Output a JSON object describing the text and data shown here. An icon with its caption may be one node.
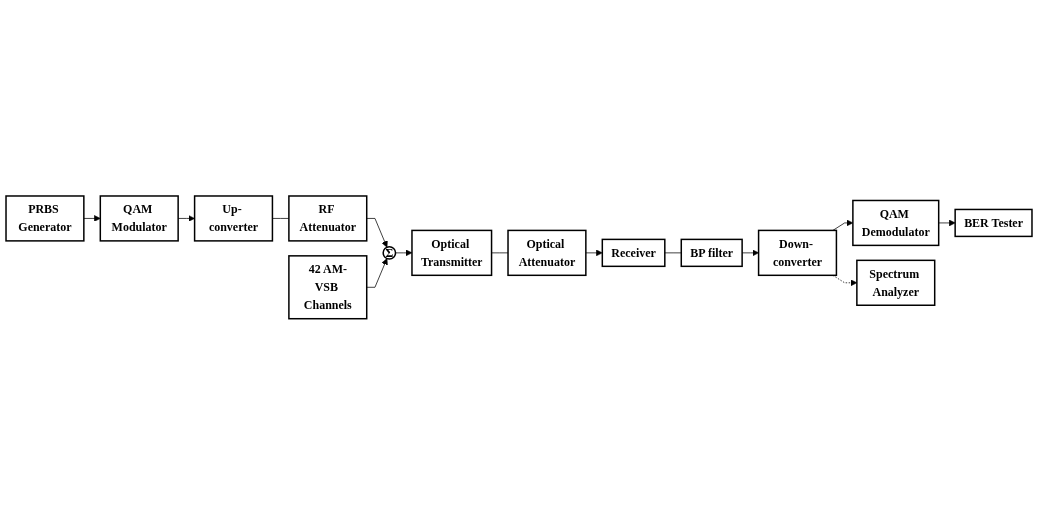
{
  "diagram": {
    "nodes": [
      {
        "text": [
          "PRBS Generator"
        ]
      },
      {
        "text": [
          "QAM Modulator"
        ]
      },
      {
        "text": [
          "Up- converter"
        ]
      },
      {
        "text": [
          "RF Attenuator"
        ]
      },
      {
        "text": [
          "Σ"
        ]
      },
      {
        "text": [
          "Optical Transmitter"
        ]
      },
      {
        "text": [
          "42 AM-VSB Channels"
        ]
      },
      {
        "text": [
          "Optical Attenuator"
        ]
      },
      {
        "text": [
          "Receiver"
        ]
      },
      {
        "text": [
          "BP filter"
        ]
      },
      {
        "text": [
          "Down- converter"
        ]
      },
      {
        "text": [
          "QAM Demodulator"
        ]
      },
      {
        "text": [
          "BER Tester"
        ]
      },
      {
        "text": [
          "Spectrum Analyzer"
        ]
      }
    ],
    "edges": [
      {
        "from": 0,
        "to": 1,
        "arrow": "to"
      },
      {
        "from": 1,
        "to": 2,
        "arrow": "to"
      },
      {
        "from": 2,
        "to": 3,
        "arrow": "none"
      },
      {
        "from": 3,
        "to": 4,
        "arrow": "to"
      },
      {
        "from": 6,
        "to": 4,
        "arrow": "to"
      },
      {
        "from": 4,
        "to": 5,
        "arrow": "to"
      },
      {
        "from": 5,
        "to": 7,
        "arrow": "none"
      },
      {
        "from": 7,
        "to": 8,
        "arrow": "to"
      },
      {
        "from": 8,
        "to": 9,
        "arrow": "none"
      },
      {
        "from": 9,
        "to": 10,
        "arrow": "to"
      },
      {
        "from": 10,
        "to": 11,
        "arrow": "to"
      },
      {
        "from": 10,
        "to": 13,
        "arrow": "to",
        "style": "dashed"
      },
      {
        "from": 11,
        "to": 12,
        "arrow": "to"
      }
    ]
  }
}
